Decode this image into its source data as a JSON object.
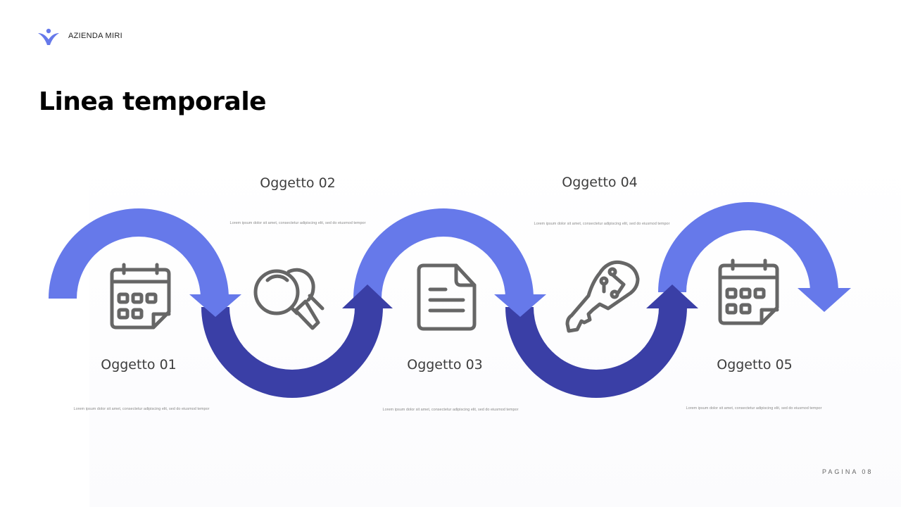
{
  "header": {
    "brand": "AZIENDA MIRI"
  },
  "title": "Linea temporale",
  "items": [
    {
      "label": "Oggetto 01",
      "desc": "Lorem ipsum dolor sit amet, consectetur adipiscing elit, sed do eiusmod tempor",
      "icon": "calendar-icon"
    },
    {
      "label": "Oggetto 02",
      "desc": "Lorem ipsum dolor sit amet, consectetur adipiscing elit, sed do eiusmod tempor",
      "icon": "search-icon"
    },
    {
      "label": "Oggetto 03",
      "desc": "Lorem ipsum dolor sit amet, consectetur adipiscing elit, sed do eiusmod tempor",
      "icon": "document-icon"
    },
    {
      "label": "Oggetto 04",
      "desc": "Lorem ipsum dolor sit amet, consectetur adipiscing elit, sed do eiusmod tempor",
      "icon": "key-icon"
    },
    {
      "label": "Oggetto 05",
      "desc": "Lorem ipsum dolor sit amet, consectetur adipiscing elit, sed do eiusmod tempor",
      "icon": "calendar-icon"
    }
  ],
  "footer": {
    "page": "PAGINA 08"
  },
  "colors": {
    "light": "#6679ea",
    "dark": "#3a3fa6",
    "icon": "#666666"
  }
}
